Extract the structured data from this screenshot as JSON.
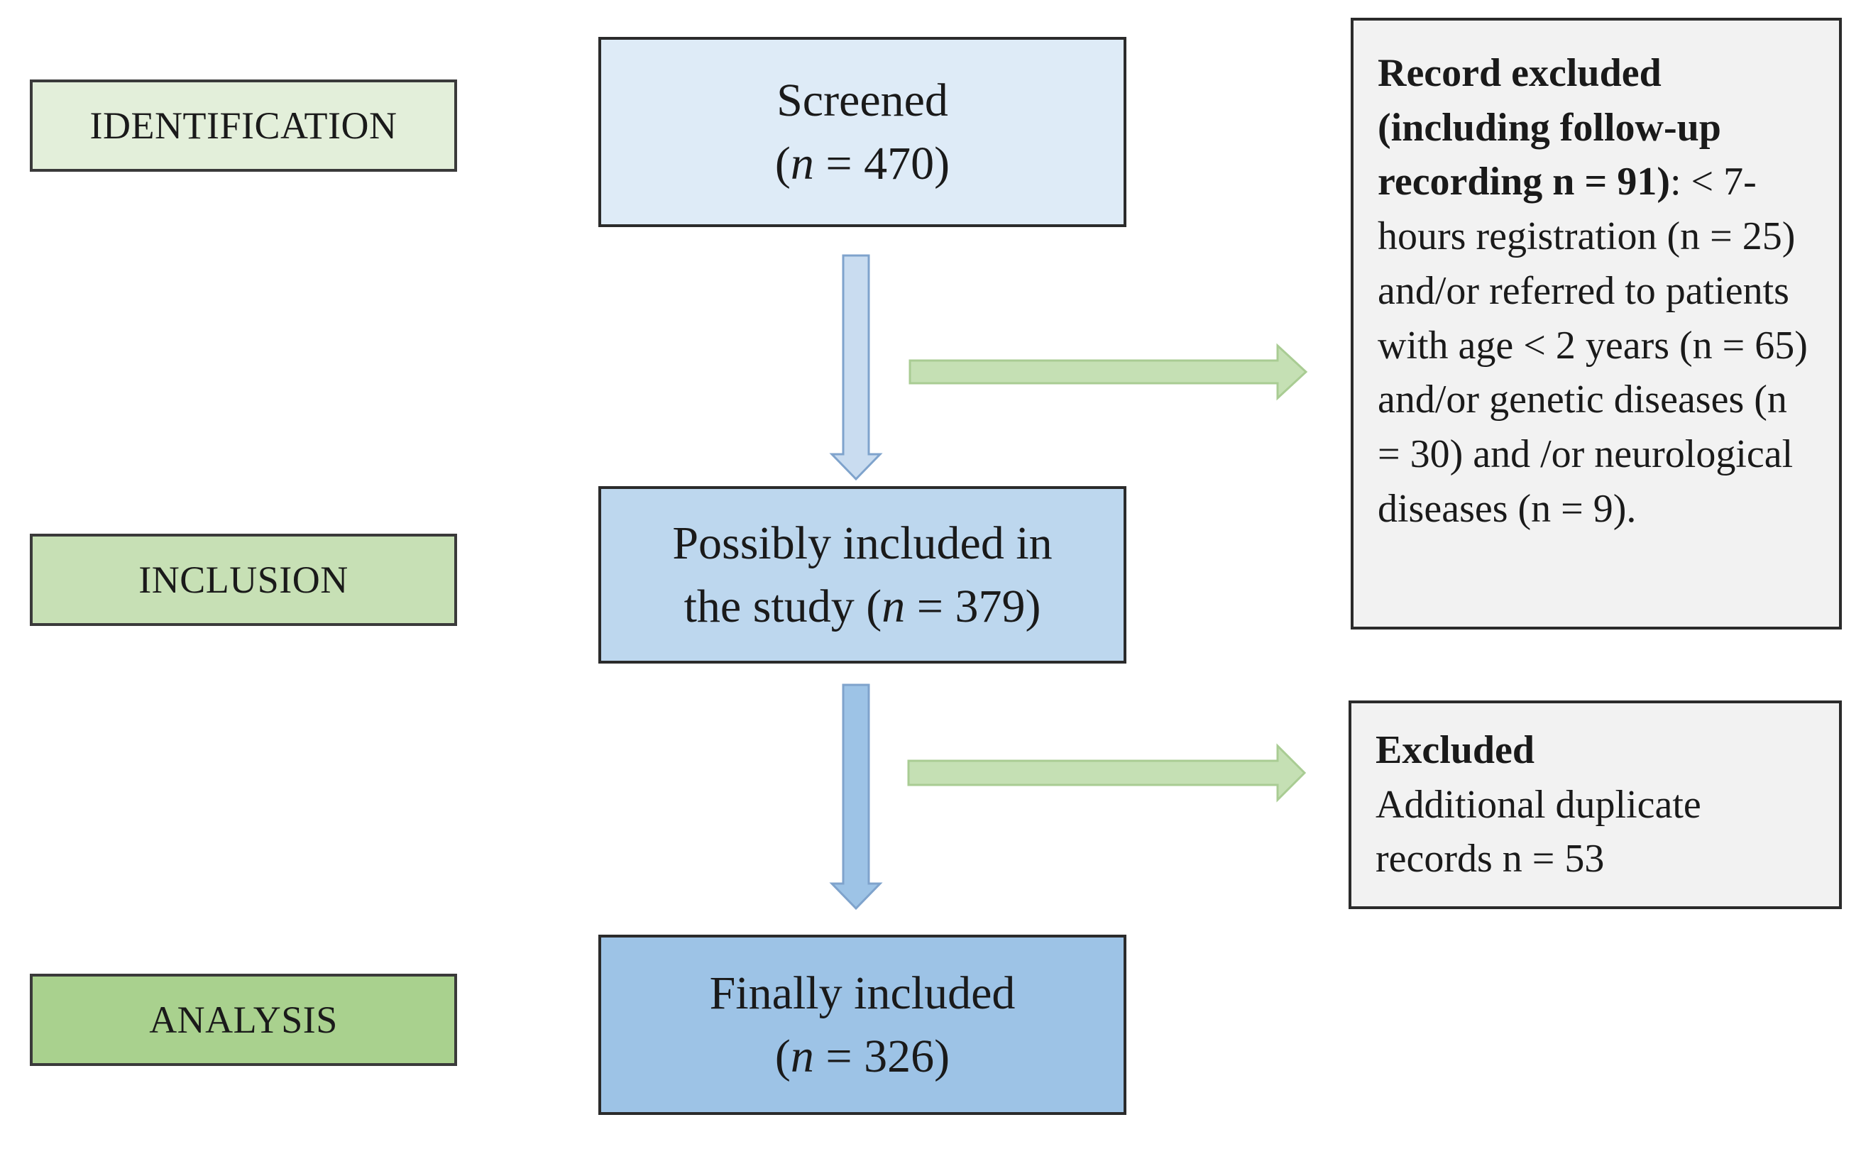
{
  "phases": {
    "identification": "IDENTIFICATION",
    "inclusion": "INCLUSION",
    "analysis": "ANALYSIS"
  },
  "flow": {
    "screened": {
      "line1": "Screened",
      "open": "(",
      "n": "n",
      "rest": " = 470)"
    },
    "possibly": {
      "line1": "Possibly included in",
      "prefix": "the study (",
      "n": "n",
      "rest": " = 379)"
    },
    "final": {
      "line1": "Finally included",
      "open": "(",
      "n": "n",
      "rest": " = 326)"
    }
  },
  "excluded_records": {
    "title": "Record excluded (including follow-up recording n = 91)",
    "colon": ":",
    "body": "< 7-hours registration (n = 25) and/or referred to patients with age < 2 years (n = 65) and/or genetic diseases (n = 30) and /or neurological diseases (n = 9)."
  },
  "excluded_duplicates": {
    "title": "Excluded",
    "body": "Additional duplicate records n = 53"
  },
  "colors": {
    "down_arrow_1": "#c9dcf0",
    "down_arrow_2": "#9dc3e6",
    "right_arrow": "#c5e0b4",
    "arrow_stroke_blue": "#7fa3cc",
    "arrow_stroke_green": "#a9cc93"
  }
}
